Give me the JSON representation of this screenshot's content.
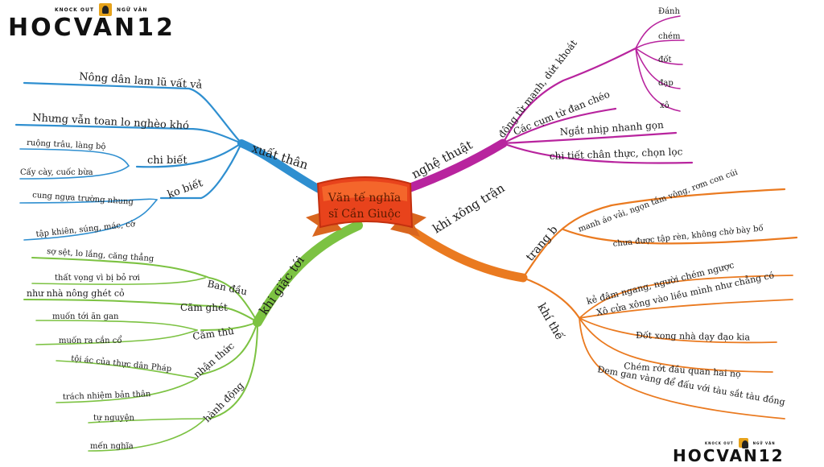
{
  "center": {
    "line1": "Văn tế nghĩa",
    "line2": "sĩ Cần Giuộc"
  },
  "colors": {
    "blue": "#2f8fd0",
    "purple": "#b8249e",
    "orange": "#ea7a20",
    "green": "#7cc242",
    "center_fill": "#e8431c"
  },
  "logo": {
    "top_left": "KNOCK OUT",
    "top_right": "NGỮ VĂN",
    "main": "HOCVAN12"
  },
  "branches": {
    "xuat_than": {
      "label": "xuất thân",
      "items": [
        "Nông dân lam lũ vất vả",
        "Nhưng vẫn toan lo nghèo khó"
      ],
      "chi_biet": {
        "label": "chi biết",
        "items": [
          "ruộng trâu, làng bộ",
          "Cấy cày, cuốc bừa"
        ]
      },
      "ko_biet": {
        "label": "ko biết",
        "items": [
          "cung ngựa trường nhung",
          "tập khiên, súng, mác, cờ"
        ]
      }
    },
    "nghe_thuat": {
      "label": "nghệ thuật",
      "dong_tu": {
        "label": "động từ mạnh, dứt khoát",
        "items": [
          "Đánh",
          "chém",
          "đốt",
          "đạp",
          "xô"
        ]
      },
      "items": [
        "Các cụm từ đan chéo",
        "Ngắt nhịp nhanh gọn",
        "chi tiết chân thực, chọn lọc"
      ]
    },
    "khi_xong_tran": {
      "label": "khi xông trận",
      "trang_b": {
        "label": "trang b",
        "items": [
          "manh áo vải, ngọn tầm vông, rơm con cúi",
          "chưa được tập rèn, không chờ bày bố"
        ]
      },
      "khi_the": {
        "label": "khí thế",
        "items": [
          "kẻ đâm ngang, người chém ngược",
          "Xô cửa xông vào liều mình như chẳng có",
          "Đốt xong nhà dạy đạo kia",
          "Chém rớt đầu quan hai nọ",
          "Đem gan vàng để đấu với tàu sắt tàu đồng"
        ]
      }
    },
    "khi_giac_toi": {
      "label": "khi giặc tới",
      "ban_dau": {
        "label": "Ban đầu",
        "items": [
          "sợ sệt, lo lắng, căng thẳng",
          "thất vọng vì bị bỏ rơi"
        ]
      },
      "cam_ghet": {
        "label": "Căm ghét",
        "items": [
          "như nhà nông ghét cỏ"
        ]
      },
      "cam_thu": {
        "label": "Căm thù",
        "items": [
          "muốn tới ăn gan",
          "muốn ra cắn cổ"
        ]
      },
      "nhan_thuc": {
        "label": "nhận thức",
        "items": [
          "tội ác của thực dân Pháp",
          "trách nhiệm bản thân"
        ]
      },
      "hanh_dong": {
        "label": "hành động",
        "items": [
          "tự nguyện",
          "mến nghĩa"
        ]
      }
    }
  }
}
